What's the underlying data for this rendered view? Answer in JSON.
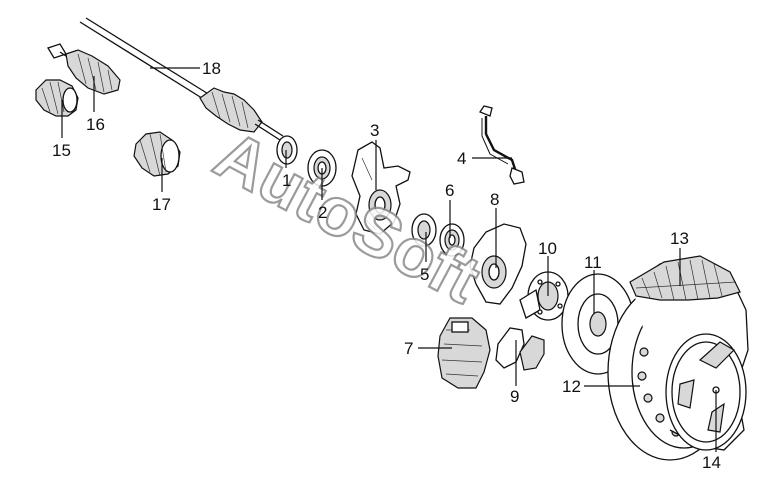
{
  "watermark": "AutoSoft",
  "callouts": [
    {
      "id": "c1",
      "text": "1"
    },
    {
      "id": "c2",
      "text": "2"
    },
    {
      "id": "c3",
      "text": "3"
    },
    {
      "id": "c4",
      "text": "4"
    },
    {
      "id": "c5",
      "text": "5"
    },
    {
      "id": "c6",
      "text": "6"
    },
    {
      "id": "c7",
      "text": "7"
    },
    {
      "id": "c8",
      "text": "8"
    },
    {
      "id": "c9",
      "text": "9"
    },
    {
      "id": "c10",
      "text": "10"
    },
    {
      "id": "c11",
      "text": "11"
    },
    {
      "id": "c12",
      "text": "12"
    },
    {
      "id": "c13",
      "text": "13"
    },
    {
      "id": "c14",
      "text": "14"
    },
    {
      "id": "c15",
      "text": "15"
    },
    {
      "id": "c16",
      "text": "16"
    },
    {
      "id": "c17",
      "text": "17"
    },
    {
      "id": "c18",
      "text": "18"
    }
  ]
}
